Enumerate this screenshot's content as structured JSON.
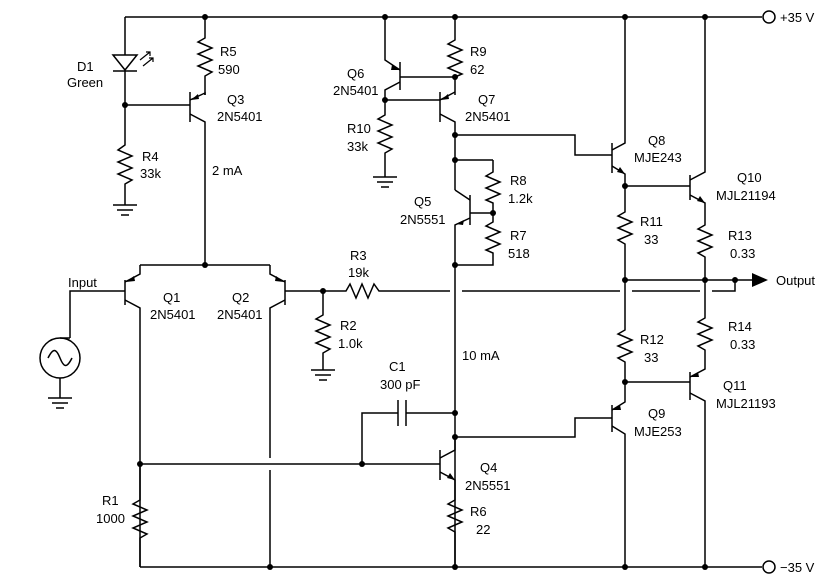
{
  "rails": {
    "positive": "+35 V",
    "negative": "−35 V"
  },
  "io": {
    "input": "Input",
    "output": "Output"
  },
  "d1": {
    "ref": "D1",
    "value": "Green"
  },
  "r1": {
    "ref": "R1",
    "value": "1000"
  },
  "r2": {
    "ref": "R2",
    "value": "1.0k"
  },
  "r3": {
    "ref": "R3",
    "value": "19k"
  },
  "r4": {
    "ref": "R4",
    "value": "33k"
  },
  "r5": {
    "ref": "R5",
    "value": "590"
  },
  "r6": {
    "ref": "R6",
    "value": "22"
  },
  "r7": {
    "ref": "R7",
    "value": "518"
  },
  "r8": {
    "ref": "R8",
    "value": "1.2k"
  },
  "r9": {
    "ref": "R9",
    "value": "62"
  },
  "r10": {
    "ref": "R10",
    "value": "33k"
  },
  "r11": {
    "ref": "R11",
    "value": "33"
  },
  "r12": {
    "ref": "R12",
    "value": "33"
  },
  "r13": {
    "ref": "R13",
    "value": "0.33"
  },
  "r14": {
    "ref": "R14",
    "value": "0.33"
  },
  "c1": {
    "ref": "C1",
    "value": "300 pF"
  },
  "q1": {
    "ref": "Q1",
    "part": "2N5401"
  },
  "q2": {
    "ref": "Q2",
    "part": "2N5401"
  },
  "q3": {
    "ref": "Q3",
    "part": "2N5401"
  },
  "q4": {
    "ref": "Q4",
    "part": "2N5551"
  },
  "q5": {
    "ref": "Q5",
    "part": "2N5551"
  },
  "q6": {
    "ref": "Q6",
    "part": "2N5401"
  },
  "q7": {
    "ref": "Q7",
    "part": "2N5401"
  },
  "q8": {
    "ref": "Q8",
    "part": "MJE243"
  },
  "q9": {
    "ref": "Q9",
    "part": "MJE253"
  },
  "q10": {
    "ref": "Q10",
    "part": "MJL21194"
  },
  "q11": {
    "ref": "Q11",
    "part": "MJL21193"
  },
  "currents": {
    "diff_pair": "2 mA",
    "vas": "10 mA"
  }
}
